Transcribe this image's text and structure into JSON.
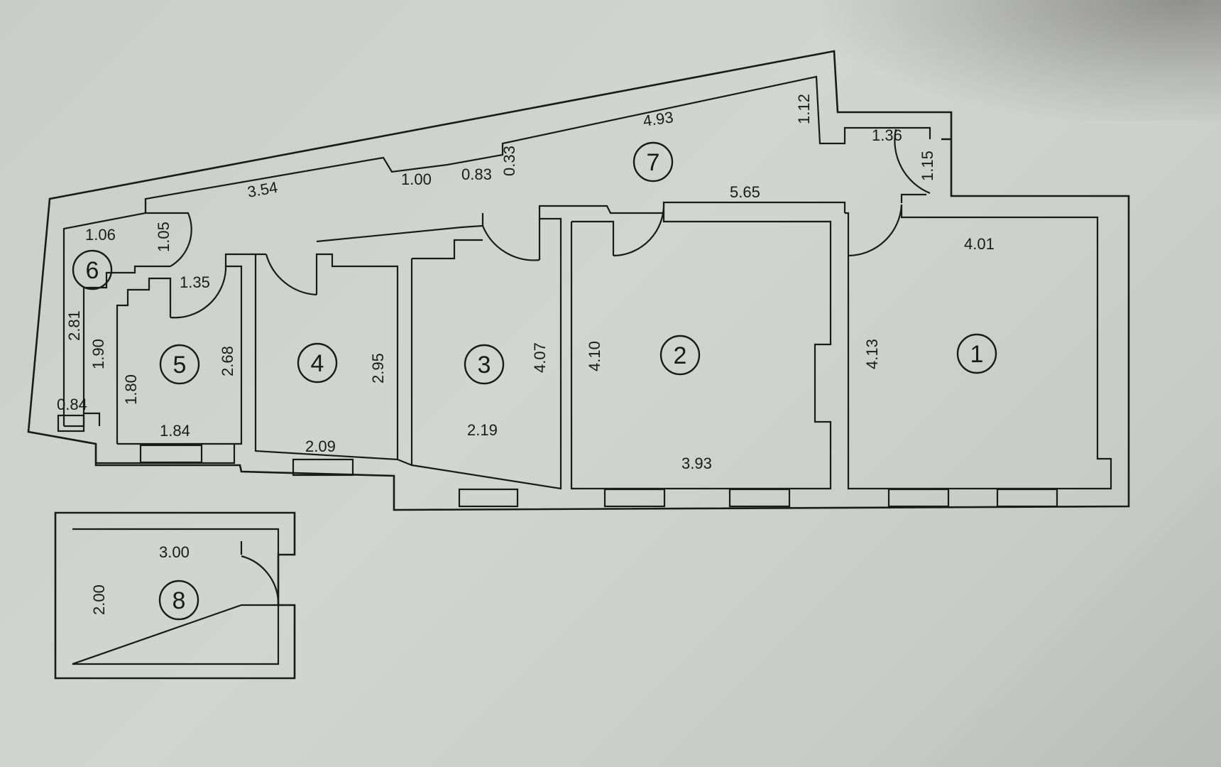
{
  "rooms": {
    "r1": "1",
    "r2": "2",
    "r3": "3",
    "r4": "4",
    "r5": "5",
    "r6": "6",
    "r7": "7",
    "r8": "8"
  },
  "dimensions": {
    "corr_left_len": "3.54",
    "corr_step_1": "1.00",
    "corr_step_2": "0.83",
    "corr_step_3": "0.33",
    "corr_top_len": "4.93",
    "corr_top_right": "1.12",
    "corr_notch_w": "1.36",
    "corr_notch_h": "1.15",
    "corr_bottom_len": "5.65",
    "r6_width": "1.06",
    "r6_door": "1.05",
    "r6_len": "2.81",
    "r6_inner": "1.90",
    "r6_bottom": "0.84",
    "r5_door": "1.35",
    "r5_height": "2.68",
    "r5_inner": "1.80",
    "r5_width": "1.84",
    "r4_height": "2.95",
    "r4_width": "2.09",
    "r3_height": "4.07",
    "r3_width": "2.19",
    "r2_height": "4.10",
    "r2_width": "3.93",
    "r1_width": "4.01",
    "r1_height": "4.13",
    "r8_width": "3.00",
    "r8_height": "2.00"
  }
}
